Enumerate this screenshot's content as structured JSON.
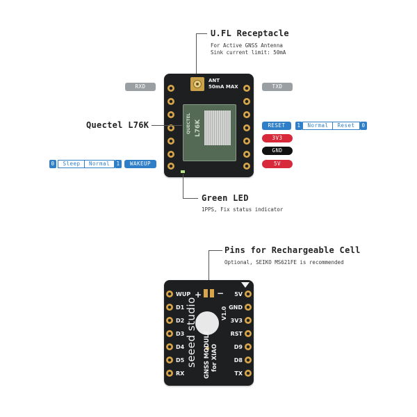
{
  "top_board": {
    "ufl": {
      "title": "U.FL Receptacle",
      "sub1": "For Active GNSS Antenna",
      "sub2": "Sink current limit: 50mA"
    },
    "ant_silk1": "ANT",
    "ant_silk2": "50mA MAX",
    "quectel": "Quectel L76K",
    "green_led": {
      "title": "Green LED",
      "sub": "1PPS, Fix status indicator"
    },
    "pins": {
      "rxd": "RXD",
      "txd": "TXD",
      "reset": "RESET",
      "reset_1": "1",
      "reset_normal": "Normal",
      "reset_reset": "Reset",
      "reset_0": "0",
      "v33": "3V3",
      "gnd": "GND",
      "v5": "5V",
      "wake_0": "0",
      "wake_sleep": "Sleep",
      "wake_normal": "Normal",
      "wake_1": "1",
      "wakeup": "WAKEUP"
    },
    "chip_marks": [
      "QUECTEL",
      "L76K"
    ]
  },
  "bottom_board": {
    "cell": {
      "title": "Pins for Rechargeable Cell",
      "sub": "Optional, SEIKO MS621FE is recommended"
    },
    "plus": "+",
    "minus": "−",
    "left_pins": [
      "WUP",
      "D1",
      "D2",
      "D3",
      "D4",
      "D5",
      "RX"
    ],
    "right_pins": [
      "5V",
      "GND",
      "3V3",
      "RST",
      "D9",
      "D8",
      "TX"
    ],
    "brand": "seeed studio",
    "module_text1": "GNSS MODULE",
    "module_text2": "for XIAO",
    "version": "V1.0"
  },
  "colors": {
    "board": "#1e1f21",
    "pad": "#d7a54a",
    "blue": "#2f7fc8",
    "red": "#d8293a",
    "gray": "#9a9fa4"
  }
}
